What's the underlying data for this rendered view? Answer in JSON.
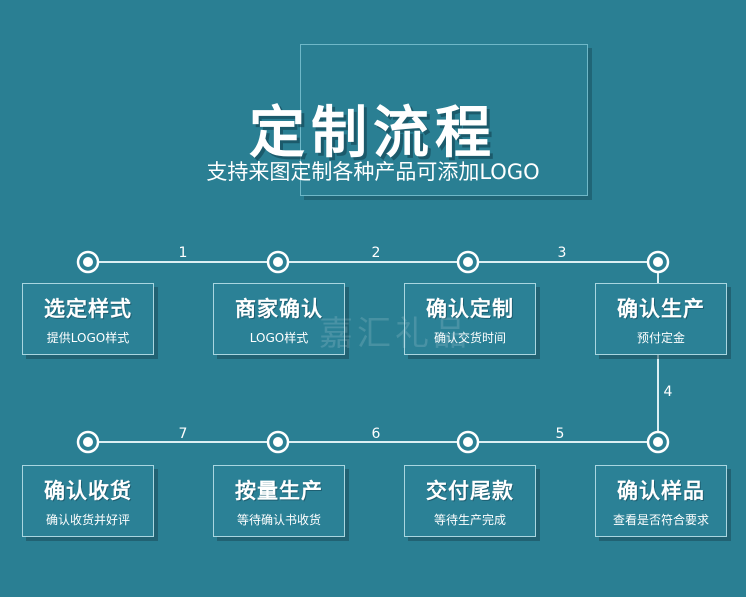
{
  "header": {
    "title": "定制流程",
    "subtitle": "支持来图定制各种产品可添加LOGO"
  },
  "steps": [
    {
      "title": "选定样式",
      "desc": "提供LOGO样式"
    },
    {
      "title": "商家确认",
      "desc": "LOGO样式"
    },
    {
      "title": "确认定制",
      "desc": "确认交货时间"
    },
    {
      "title": "确认生产",
      "desc": "预付定金"
    },
    {
      "title": "确认样品",
      "desc": "查看是否符合要求"
    },
    {
      "title": "交付尾款",
      "desc": "等待生产完成"
    },
    {
      "title": "按量生产",
      "desc": "等待确认书收货"
    },
    {
      "title": "确认收货",
      "desc": "确认收货并好评"
    }
  ],
  "connectors": [
    "1",
    "2",
    "3",
    "4",
    "5",
    "6",
    "7"
  ],
  "watermark": "嘉汇礼品",
  "colors": {
    "background": "#2a7f93",
    "line": "#dcefF3",
    "node": "#ffffff"
  }
}
